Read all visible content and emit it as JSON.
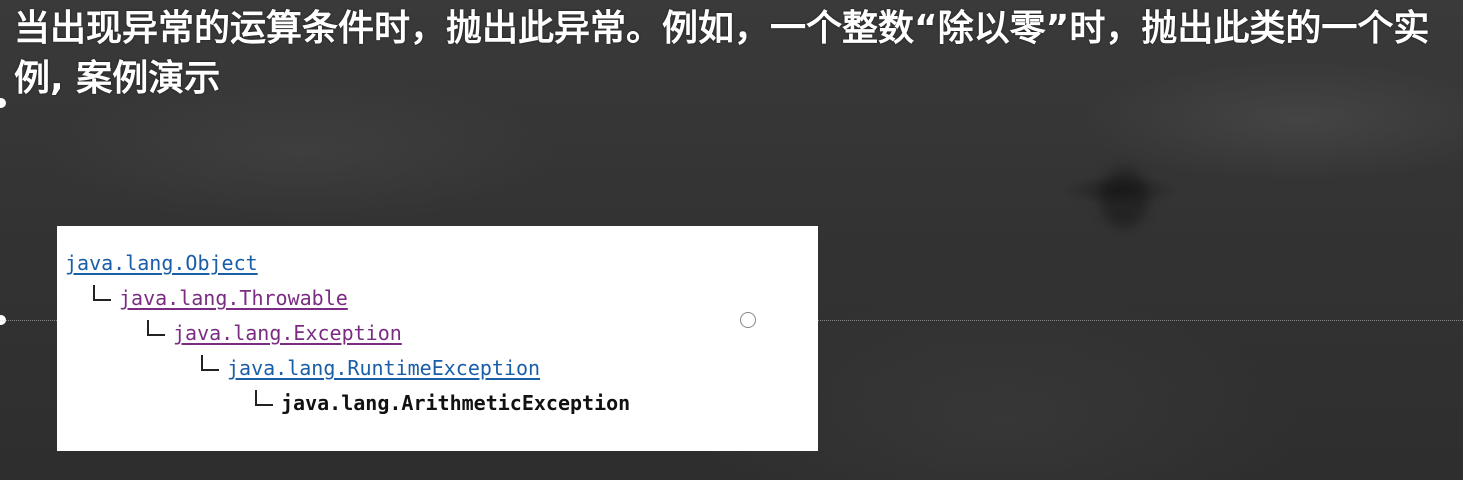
{
  "slide": {
    "title": "当出现异常的运算条件时，抛出此异常。例如，一个整数“除以零”时，抛出此类的一个实例, 案例演示"
  },
  "hierarchy": {
    "items": [
      {
        "label": "java.lang.Object",
        "link": true,
        "color": "#1a5ea8"
      },
      {
        "label": "java.lang.Throwable",
        "link": true,
        "color": "#7a2c83"
      },
      {
        "label": "java.lang.Exception",
        "link": true,
        "color": "#7a2c83"
      },
      {
        "label": "java.lang.RuntimeException",
        "link": true,
        "color": "#1a5ea8"
      },
      {
        "label": "java.lang.ArithmeticException",
        "link": false,
        "color": "#111111"
      }
    ]
  },
  "colors": {
    "background": "#333333",
    "title": "#ffffff",
    "panel": "#ffffff"
  }
}
